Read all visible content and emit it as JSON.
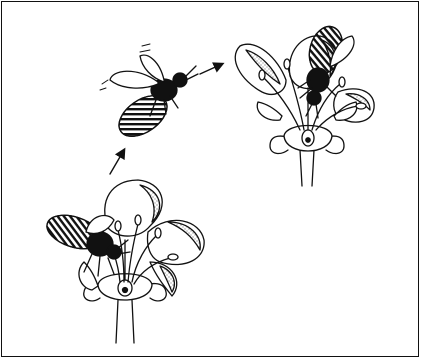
{
  "figure": {
    "stroke_color": "#111111",
    "fill_color": "#ffffff",
    "stipple_color": "#333333"
  },
  "scene": {
    "subjects": [
      "bee-on-flower-left",
      "bee-in-flight",
      "bee-on-flower-right"
    ],
    "flow": [
      "flower-left",
      "bee-flying",
      "flower-right"
    ],
    "icons": {
      "arrow_1": "arrow-up-right-icon",
      "arrow_2": "arrow-right-icon"
    }
  }
}
